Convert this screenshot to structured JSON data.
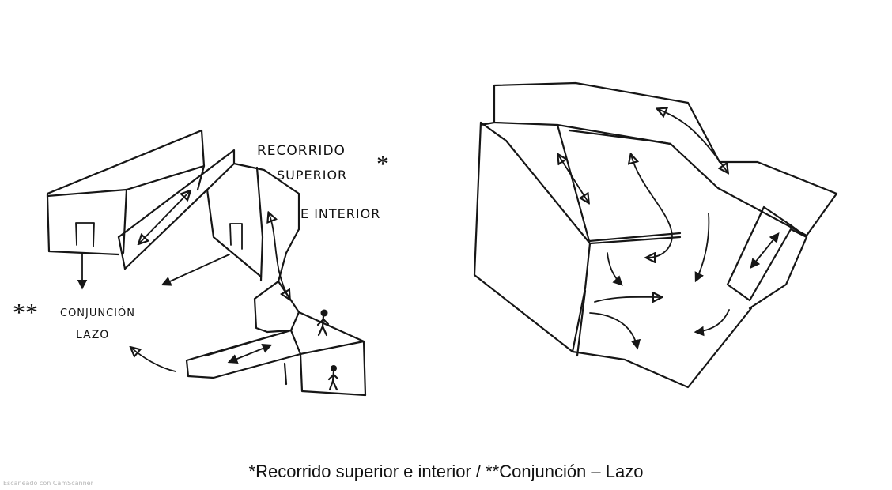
{
  "sketch": {
    "left_label_line1": "RECORRIDO",
    "left_label_line2": "SUPERIOR",
    "left_label_line3": "E INTERIOR",
    "asterisk_single": "*",
    "asterisk_double": "**",
    "conj_label_line1": "CONJUNCIÓN",
    "conj_label_line2": "LAZO"
  },
  "caption": "*Recorrido superior e interior / **Conjunción – Lazo",
  "watermark": "Escaneado con CamScanner"
}
